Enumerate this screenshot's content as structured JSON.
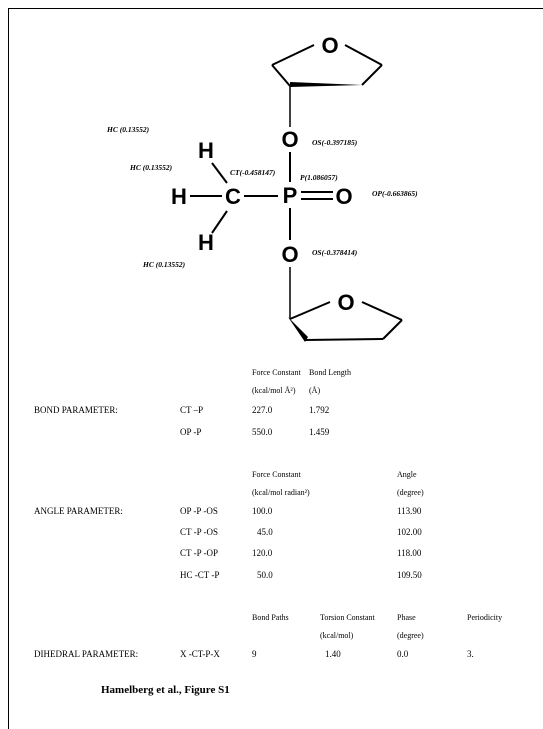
{
  "molecule": {
    "atoms": {
      "O_ring_top": "O",
      "O_ester_top": "O",
      "P": "P",
      "O_double": "O",
      "C": "C",
      "H_top": "H",
      "H_left": "H",
      "H_bottom": "H",
      "O_ester_bottom": "O",
      "O_ring_bottom": "O"
    },
    "charges": {
      "hc_top": "HC (0.13552)",
      "hc_mid": "HC (0.13552)",
      "hc_bottom": "HC (0.13552)",
      "ct": "CT(-0.458147)",
      "p": "P(1.086057)",
      "os_top": "OS(-0.397185)",
      "op": "OP(-0.663865)",
      "os_bottom": "OS(-0.378414)"
    }
  },
  "bond": {
    "label": "BOND PARAMETER:",
    "header": {
      "fc": "Force Constant",
      "fc_unit": "(kcal/mol Å²)",
      "len": "Bond Length",
      "len_unit": "(Å)"
    },
    "rows": [
      {
        "type": "CT –P",
        "fc": "227.0",
        "val": "1.792"
      },
      {
        "type": "OP -P",
        "fc": "550.0",
        "val": "1.459"
      }
    ]
  },
  "angle": {
    "label": "ANGLE PARAMETER:",
    "header": {
      "fc": "Force Constant",
      "fc_unit": "(kcal/mol radian²)",
      "val": "Angle",
      "val_unit": "(degree)"
    },
    "rows": [
      {
        "type": "OP -P -OS",
        "fc": "100.0",
        "val": "113.90"
      },
      {
        "type": "CT -P -OS",
        "fc": "45.0",
        "val": "102.00"
      },
      {
        "type": "CT -P -OP",
        "fc": "120.0",
        "val": "118.00"
      },
      {
        "type": "HC -CT -P",
        "fc": "50.0",
        "val": "109.50"
      }
    ]
  },
  "dihedral": {
    "label": "DIHEDRAL PARAMETER:",
    "header": {
      "paths": "Bond Paths",
      "tc": "Torsion Constant",
      "tc_unit": "(kcal/mol)",
      "phase": "Phase",
      "phase_unit": "(degree)",
      "period": "Periodicity"
    },
    "row": {
      "type": "X -CT-P-X",
      "paths": "9",
      "tc": "1.40",
      "phase": "0.0",
      "period": "3."
    }
  },
  "caption": "Hamelberg et al.,  Figure S1"
}
